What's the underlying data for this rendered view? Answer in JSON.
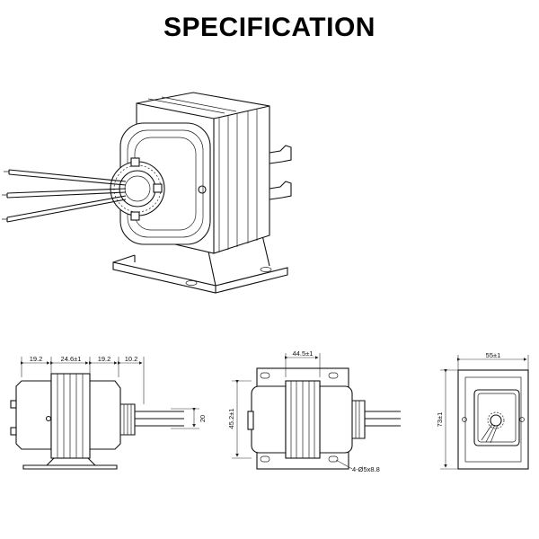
{
  "title": "SPECIFICATION",
  "side_view": {
    "dims": [
      "19.2",
      "24.6±1",
      "19.2",
      "10.2"
    ],
    "lead_height": "20"
  },
  "front_view": {
    "width": "44.5±1",
    "height": "45.2±1",
    "holes": "4-Ø5x8.8"
  },
  "plate_view": {
    "width": "55±1",
    "height": "73±1"
  }
}
